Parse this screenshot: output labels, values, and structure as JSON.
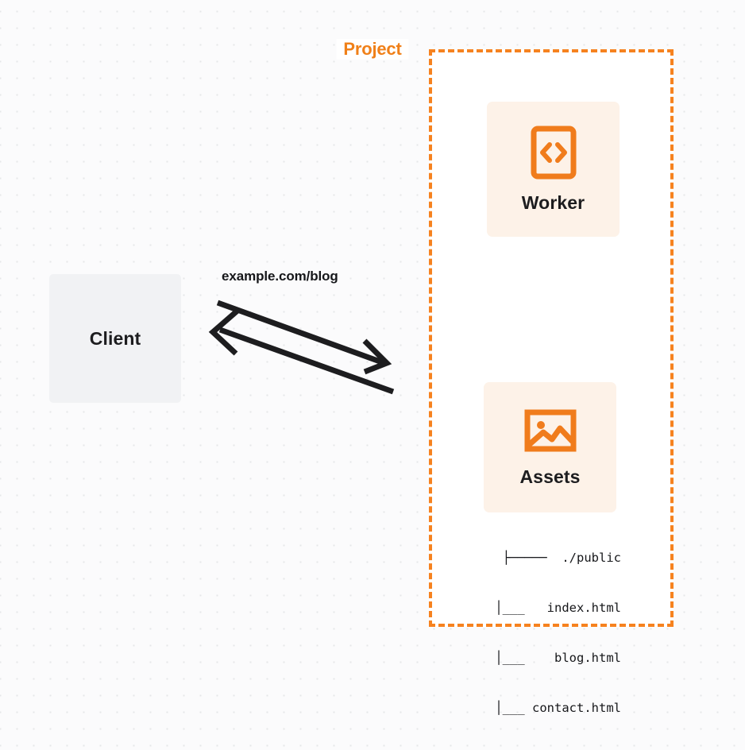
{
  "diagram": {
    "title": "Cloudflare Worker with Static Assets request flow",
    "background": {
      "style": "dot-grid",
      "base_color": "#fbfbfc",
      "dot_color": "#e6e7e9"
    },
    "colors": {
      "accent_orange": "#f6821f",
      "title_orange": "#f08019",
      "card_background": "#fdf2e8",
      "client_background": "#f1f2f4",
      "text_dark": "#16171a",
      "arrow": "#1d1d1f"
    }
  },
  "client": {
    "label": "Client",
    "icon": "none"
  },
  "connection": {
    "label": "example.com/blog",
    "arrows": [
      {
        "name": "request-arrow",
        "direction": "client-to-project"
      },
      {
        "name": "response-arrow",
        "direction": "project-to-client"
      }
    ]
  },
  "project": {
    "title": "Project",
    "border_style": "dashed",
    "services": [
      {
        "id": "worker",
        "label": "Worker",
        "icon": "code-brackets-icon"
      },
      {
        "id": "assets",
        "label": "Assets",
        "icon": "image-icon"
      }
    ],
    "file_tree": {
      "rows": [
        {
          "prefix": "├────",
          "name": "./public"
        },
        {
          "prefix": "│___",
          "name": "index.html"
        },
        {
          "prefix": "│___",
          "name": "blog.html"
        },
        {
          "prefix": "│___",
          "name": "contact.html"
        }
      ],
      "lines": [
        "├─────  ./public",
        "  │___   index.html",
        "  │___    blog.html",
        "  │___ contact.html"
      ]
    }
  }
}
